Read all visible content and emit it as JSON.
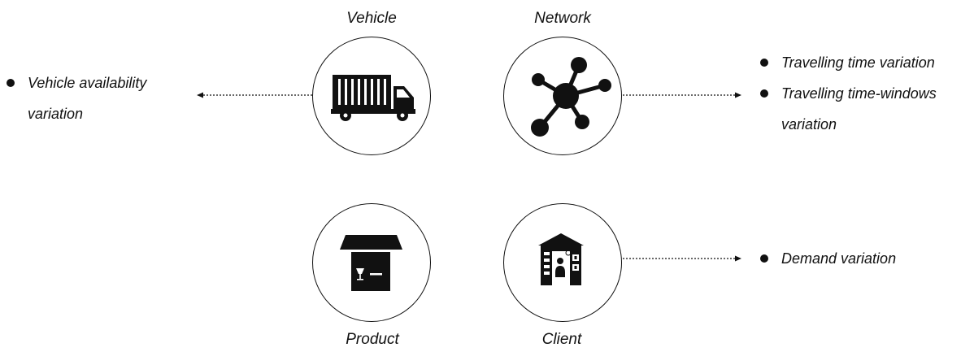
{
  "nodes": {
    "vehicle": {
      "label": "Vehicle",
      "icon": "truck-icon"
    },
    "network": {
      "label": "Network",
      "icon": "network-hub-icon"
    },
    "product": {
      "label": "Product",
      "icon": "box-icon"
    },
    "client": {
      "label": "Client",
      "icon": "shop-icon"
    }
  },
  "variations": {
    "vehicle": [
      "Vehicle availability variation"
    ],
    "network": [
      "Travelling time variation",
      "Travelling time-windows variation"
    ],
    "client": [
      "Demand variation"
    ]
  },
  "colors": {
    "ink": "#111111",
    "background": "#ffffff"
  }
}
